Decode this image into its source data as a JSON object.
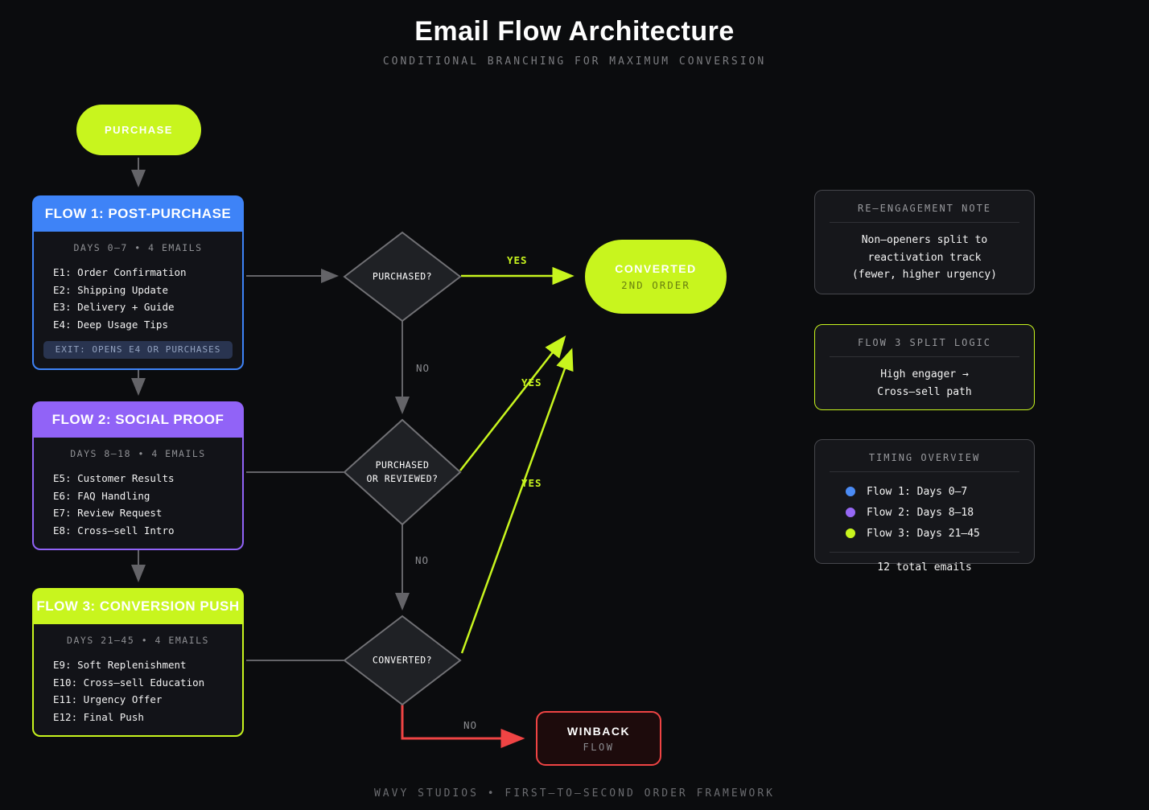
{
  "page": {
    "title": "Email Flow Architecture",
    "subtitle": "CONDITIONAL BRANCHING FOR MAXIMUM CONVERSION",
    "footer": "WAVY STUDIOS • FIRST–TO–SECOND ORDER FRAMEWORK"
  },
  "colors": {
    "background": "#0b0c0e",
    "lime": "#c8f51e",
    "blue": "#3e83f7",
    "purple": "#9163f7",
    "red": "#ef4444"
  },
  "nodes": {
    "purchase": {
      "label": "PURCHASE"
    },
    "converted": {
      "label": "CONVERTED",
      "sublabel": "2ND ORDER"
    },
    "winback": {
      "label": "WINBACK",
      "sublabel": "FLOW"
    }
  },
  "flows": [
    {
      "title": "FLOW 1: POST-PURCHASE",
      "meta": "DAYS 0–7 • 4 EMAILS",
      "emails": [
        "E1: Order Confirmation",
        "E2: Shipping Update",
        "E3: Delivery + Guide",
        "E4: Deep Usage Tips"
      ],
      "exit_note": "EXIT: OPENS E4 OR PURCHASES",
      "accent": "#3e83f7"
    },
    {
      "title": "FLOW 2: SOCIAL PROOF",
      "meta": "DAYS 8–18 • 4 EMAILS",
      "emails": [
        "E5: Customer Results",
        "E6: FAQ Handling",
        "E7: Review Request",
        "E8: Cross–sell Intro"
      ],
      "accent": "#9163f7"
    },
    {
      "title": "FLOW 3: CONVERSION PUSH",
      "meta": "DAYS 21–45 • 4 EMAILS",
      "emails": [
        "E9: Soft Replenishment",
        "E10: Cross–sell Education",
        "E11: Urgency Offer",
        "E12: Final Push"
      ],
      "accent": "#c8f51e"
    }
  ],
  "decisions": [
    {
      "line1": "PURCHASED?"
    },
    {
      "line1": "PURCHASED",
      "line2": "OR REVIEWED?"
    },
    {
      "line1": "CONVERTED?"
    }
  ],
  "edge_labels": {
    "yes1": "YES",
    "no1": "NO",
    "yes2": "YES",
    "no2": "NO",
    "yes3": "YES",
    "no3": "NO"
  },
  "cards": [
    {
      "title": "RE–ENGAGEMENT NOTE",
      "lines": [
        "Non–openers split to",
        "reactivation track",
        "(fewer, higher urgency)"
      ]
    },
    {
      "title": "FLOW 3 SPLIT LOGIC",
      "lines": [
        "High engager →",
        "Cross–sell path"
      ]
    },
    {
      "title": "TIMING OVERVIEW",
      "legend": [
        {
          "color": "#4b8bf5",
          "label": "Flow 1: Days 0–7"
        },
        {
          "color": "#9668f5",
          "label": "Flow 2: Days 8–18"
        },
        {
          "color": "#c8f51e",
          "label": "Flow 3: Days 21–45"
        }
      ],
      "total": "12 total emails"
    }
  ]
}
